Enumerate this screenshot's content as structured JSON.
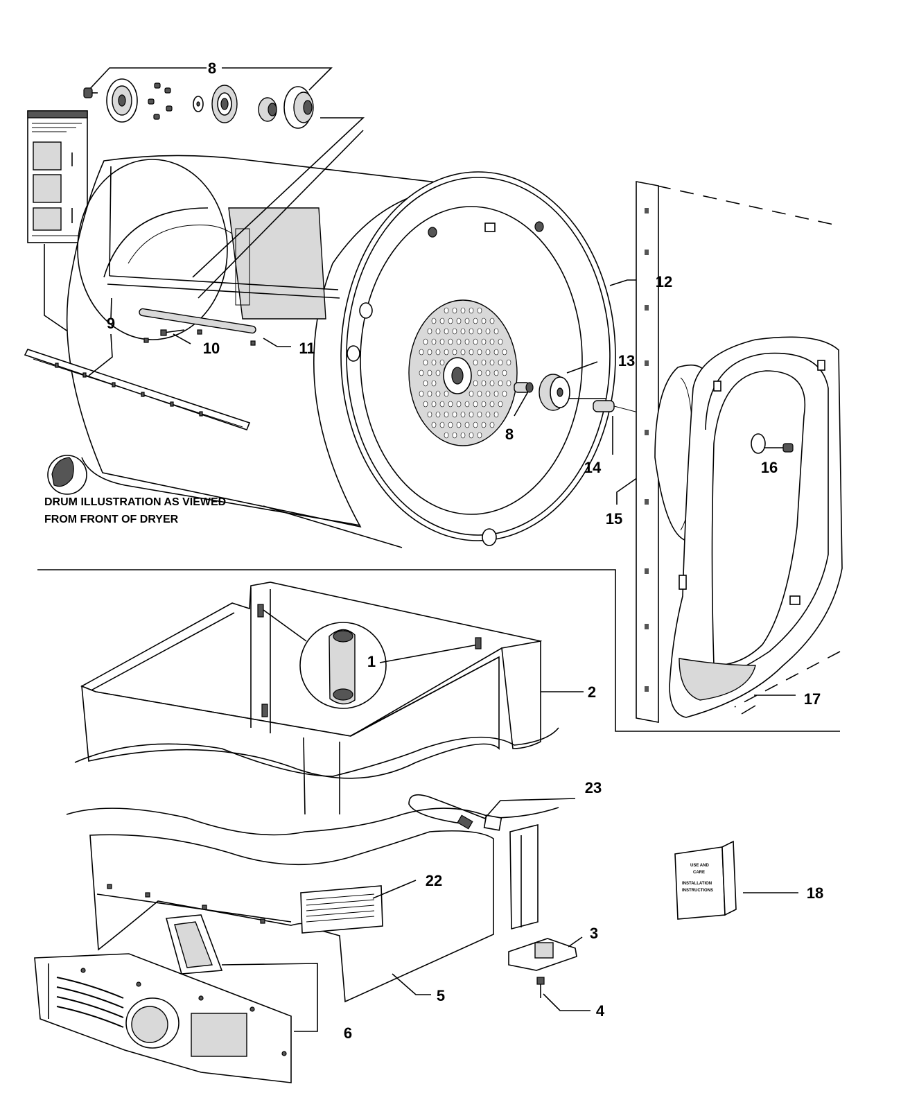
{
  "part_labels": {
    "p1": "1",
    "p2": "2",
    "p3": "3",
    "p4": "4",
    "p5": "5",
    "p6": "6",
    "p8_top": "8",
    "p8_mid": "8",
    "p9": "9",
    "p10": "10",
    "p11": "11",
    "p12": "12",
    "p13": "13",
    "p14": "14",
    "p15": "15",
    "p16": "16",
    "p17": "17",
    "p18": "18",
    "p22": "22",
    "p23": "23"
  },
  "caption": {
    "line1": "DRUM ILLUSTRATION AS VIEWED",
    "line2": "FROM FRONT OF DRYER"
  },
  "manual": {
    "line1": "USE AND",
    "line2": "CARE",
    "line3": "INSTALLATION",
    "line4": "INSTRUCTIONS"
  }
}
